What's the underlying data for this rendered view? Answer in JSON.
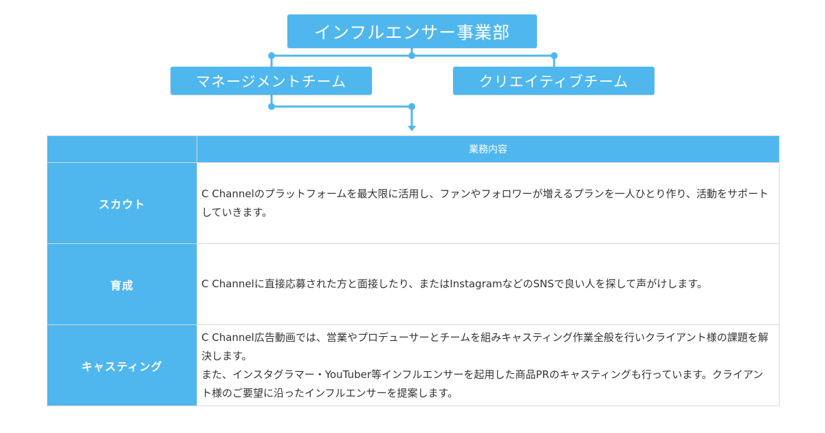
{
  "org": {
    "top": "インフルエンサー事業部",
    "left_team": "マネージメントチーム",
    "right_team": "クリエイティブチーム"
  },
  "table": {
    "corner": "",
    "header": "業務内容",
    "rows": [
      {
        "label": "スカウト",
        "lines": [
          "C Channelのプラットフォームを最大限に活用し、ファンやフォロワーが増えるプランを一人ひとり作り、活動をサポートしていきます。"
        ]
      },
      {
        "label": "育成",
        "lines": [
          "C Channelに直接応募された方と面接したり、またはInstagramなどのSNSで良い人を探して声がけします。"
        ]
      },
      {
        "label": "キャスティング",
        "lines": [
          "C Channel広告動画では、営業やプロデューサーとチームを組みキャスティング作業全般を行いクライアント様の課題を解決します。",
          "また、インスタグラマー・YouTuber等インフルエンサーを起用した商品PRのキャスティングも行っています。クライアント様のご要望に沿ったインフルエンサーを提案します。"
        ]
      }
    ]
  },
  "colors": {
    "accent": "#4fb7ee",
    "border": "#d8d8d8",
    "text": "#333333"
  }
}
